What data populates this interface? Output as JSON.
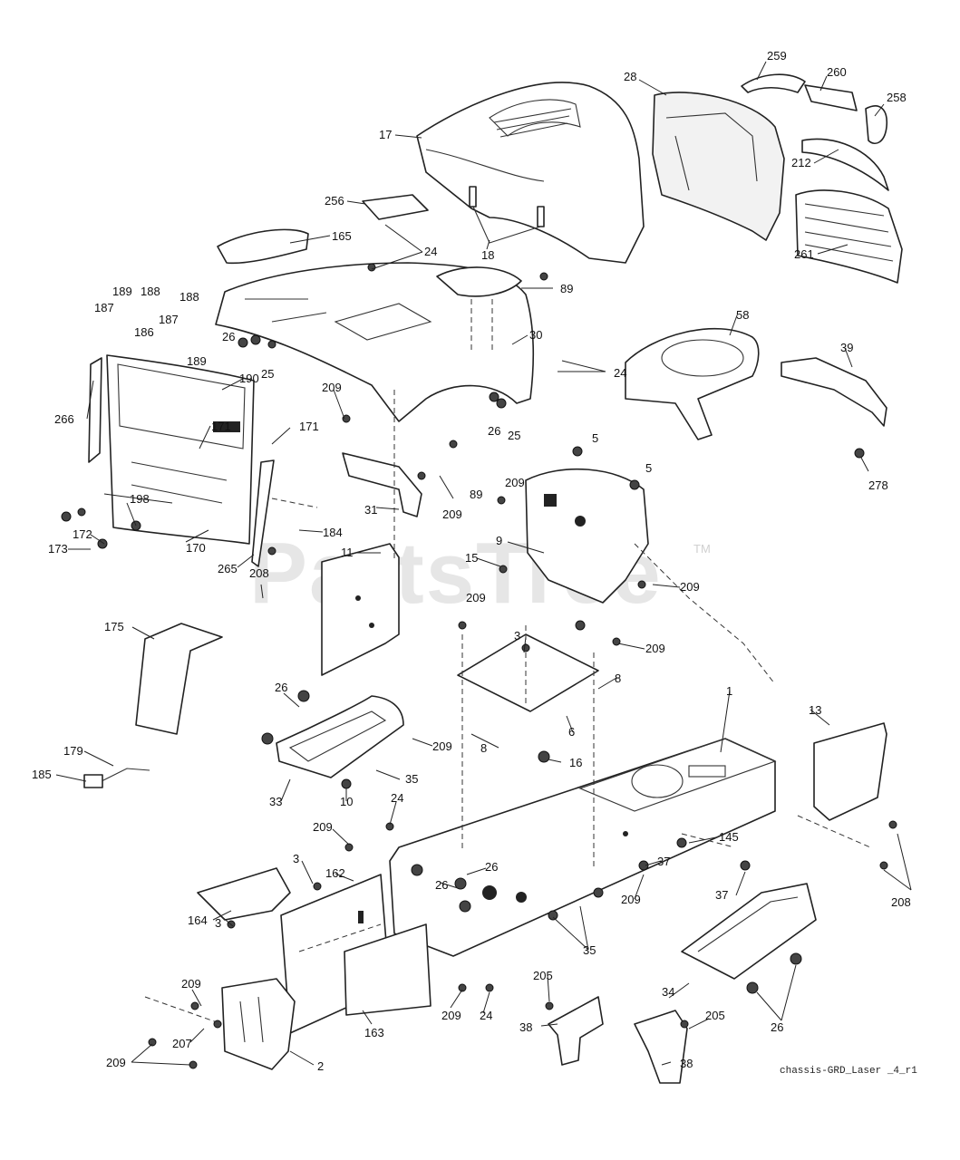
{
  "watermark": {
    "text": "PartsTree",
    "trademark": "TM"
  },
  "drawing_ref": "chassis-GRD_Laser _4_r1",
  "callouts": {
    "c17": "17",
    "c28": "28",
    "c259": "259",
    "c260": "260",
    "c258": "258",
    "c212": "212",
    "c261": "261",
    "c256": "256",
    "c18": "18",
    "c165": "165",
    "c24a": "24",
    "c89a": "89",
    "c30": "30",
    "c24b": "24",
    "c58": "58",
    "c39": "39",
    "c189a": "189",
    "c188a": "188",
    "c188b": "188",
    "c187a": "187",
    "c187b": "187",
    "c186": "186",
    "c189b": "189",
    "c26a": "26",
    "c25a": "25",
    "c190": "190",
    "c266": "266",
    "c171a": "171",
    "c171b": "171",
    "c209a": "209",
    "c26b": "26",
    "c25b": "25",
    "c5a": "5",
    "c5b": "5",
    "c278": "278",
    "c31": "31",
    "c209b": "209",
    "c89b": "89",
    "c209c": "209",
    "c198": "198",
    "c172": "172",
    "c173": "173",
    "c170": "170",
    "c184": "184",
    "c9": "9",
    "c15": "15",
    "c209d": "209",
    "c265": "265",
    "c11": "11",
    "c208a": "208",
    "c209e": "209",
    "c3a": "3",
    "c209f": "209",
    "c8a": "8",
    "c175": "175",
    "c26c": "26",
    "c209g": "209",
    "c6": "6",
    "c8b": "8",
    "c1": "1",
    "c13": "13",
    "c179": "179",
    "c16": "16",
    "c35a": "35",
    "c185": "185",
    "c33": "33",
    "c10": "10",
    "c24c": "24",
    "c209h": "209",
    "c145": "145",
    "c3b": "3",
    "c162": "162",
    "c26d": "26",
    "c26e": "26",
    "c37a": "37",
    "c37b": "37",
    "c209i": "209",
    "c208b": "208",
    "c164": "164",
    "c3c": "3",
    "c35b": "35",
    "c209j": "209",
    "c205a": "205",
    "c34": "34",
    "c26f": "26",
    "c207": "207",
    "c209k": "209",
    "c24d": "24",
    "c163": "163",
    "c38a": "38",
    "c205b": "205",
    "c209l": "209",
    "c2": "2",
    "c38b": "38"
  }
}
